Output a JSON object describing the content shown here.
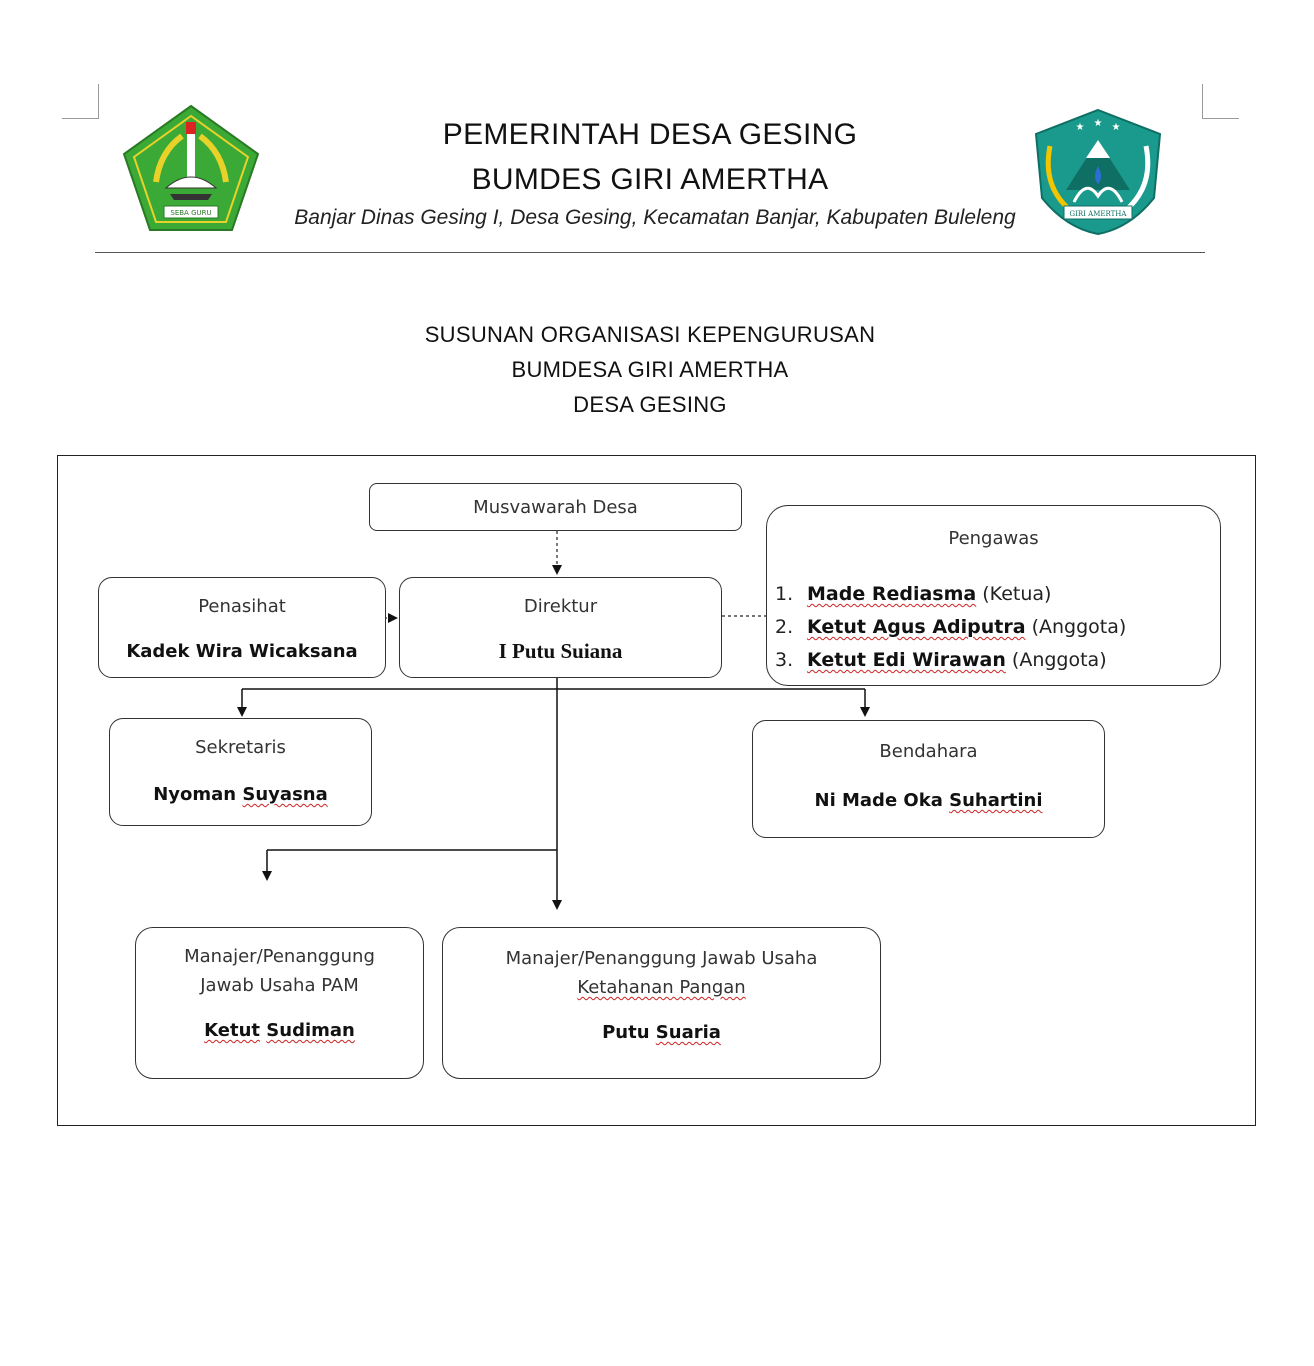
{
  "header": {
    "title_line1": "PEMERINTAH DESA GESING",
    "title_line2": "BUMDES GIRI AMERTHA",
    "address": "Banjar Dinas Gesing I, Desa Gesing, Kecamatan Banjar, Kabupaten Buleleng",
    "logo_left": {
      "icon": "buleleng-regency-emblem",
      "text": "SEBA GURU"
    },
    "logo_right": {
      "icon": "giri-amertha-logo",
      "text": "GIRI AMERTHA"
    }
  },
  "document": {
    "title_line1": "SUSUNAN ORGANISASI KEPENGURUSAN",
    "title_line2": "BUMDESA GIRI AMERTHA",
    "title_line3": "DESA GESING"
  },
  "org_chart": {
    "musyawarah": {
      "role": "Musvawarah Desa"
    },
    "penasihat": {
      "role": "Penasihat",
      "name": "Kadek Wira Wicaksana"
    },
    "direktur": {
      "role": "Direktur",
      "name": "I Putu Suiana"
    },
    "pengawas": {
      "role": "Pengawas",
      "members": [
        {
          "num": "1.",
          "name": "Made Rediasma",
          "note": "(Ketua)"
        },
        {
          "num": "2.",
          "name": "Ketut Agus Adiputra",
          "note": "(Anggota)"
        },
        {
          "num": "3.",
          "name": "Ketut Edi Wirawan",
          "note": "(Anggota)"
        }
      ]
    },
    "sekretaris": {
      "role": "Sekretaris",
      "name_first": "Nyoman",
      "name_last": "Suyasna"
    },
    "bendahara": {
      "role": "Bendahara",
      "name_first": "Ni Made Oka",
      "name_last": "Suhartini"
    },
    "manajer_pam": {
      "role_line1": "Manajer/Penanggung",
      "role_line2": "Jawab Usaha PAM",
      "name_first": "Ketut",
      "name_last": "Sudiman"
    },
    "manajer_pangan": {
      "role_line1": "Manajer/Penanggung Jawab Usaha",
      "role_line2": "Ketahanan Pangan",
      "name_first": "Putu",
      "name_last": "Suaria"
    }
  },
  "colors": {
    "logo_left_green": "#3aa935",
    "logo_left_yellow": "#e8d22a",
    "logo_right_teal": "#1a9a8c",
    "logo_right_yellow": "#f2c500",
    "spellcheck_underline": "#cc2222"
  }
}
